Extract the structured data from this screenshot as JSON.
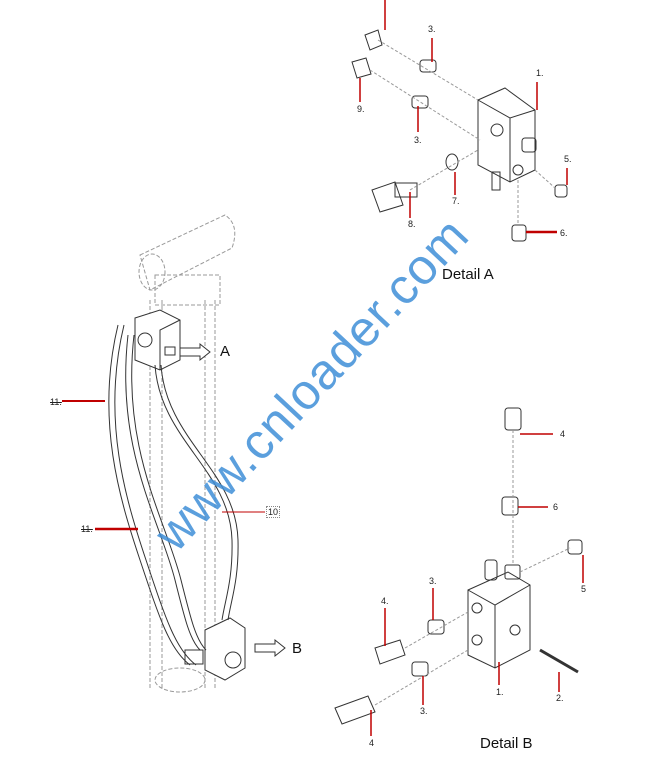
{
  "detail_a": {
    "title": "Detail A",
    "labels": {
      "part1": "1.",
      "part3_top": "3.",
      "part3_bottom": "3.",
      "part5": "5.",
      "part6": "6.",
      "part7": "7.",
      "part8": "8.",
      "part9": "9."
    }
  },
  "detail_b": {
    "title": "Detail B",
    "labels": {
      "part1": "1.",
      "part2": "2.",
      "part3_top": "3.",
      "part3_bottom": "3.",
      "part4_top": "4",
      "part4_left": "4.",
      "part4_bottom": "4",
      "part5": "5",
      "part6": "6"
    }
  },
  "assembly": {
    "arrow_a": "A",
    "arrow_b": "B",
    "hose_label_top": "11.",
    "hose_label_bottom": "11.",
    "hose_label_10": "10"
  },
  "watermark": "www.cnloader.com",
  "colors": {
    "leader": "#c00000",
    "watermark": "#3f8fd8",
    "line": "#333333"
  }
}
